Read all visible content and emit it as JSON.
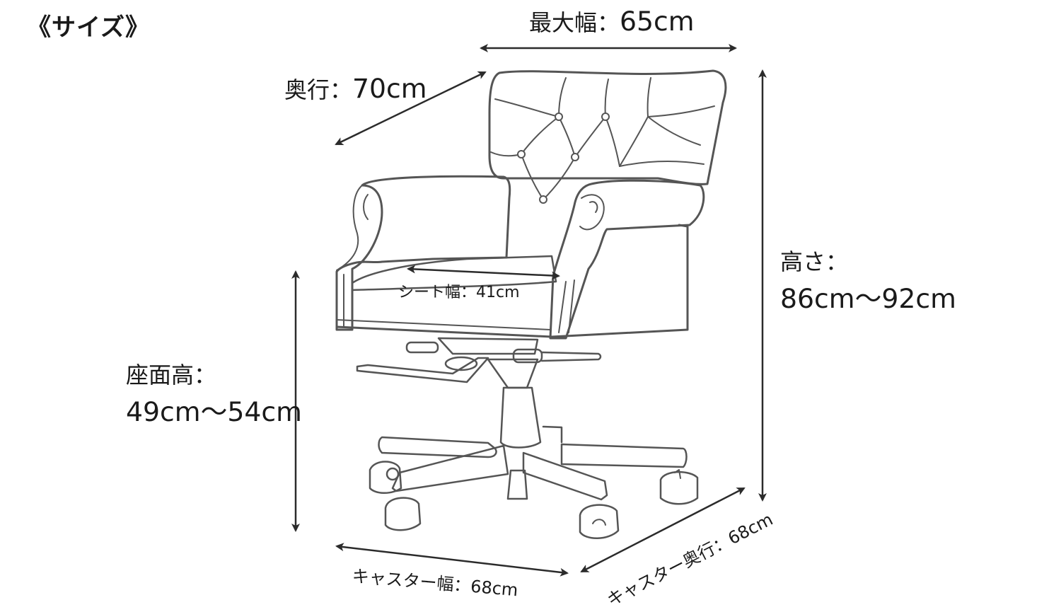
{
  "title": "《サイズ》",
  "dimensions": {
    "max_width": {
      "label": "最大幅：",
      "value": "65cm"
    },
    "depth": {
      "label": "奥行：",
      "value": "70cm"
    },
    "height": {
      "label": "高さ：",
      "value": "86cm〜92cm"
    },
    "seat_width": {
      "label": "シート幅：",
      "value": "41cm"
    },
    "seat_height": {
      "label": "座面高：",
      "value": "49cm〜54cm"
    },
    "caster_width": {
      "label": "キャスター幅：",
      "value": "68cm"
    },
    "caster_depth": {
      "label": "キャスター奥行：",
      "value": "68cm"
    }
  },
  "icons": {
    "chair": "office-chair-icon",
    "arrow": "double-arrow-icon"
  },
  "colors": {
    "line": "#2b2b2b",
    "chair_stroke": "#555555",
    "background": "#ffffff"
  }
}
